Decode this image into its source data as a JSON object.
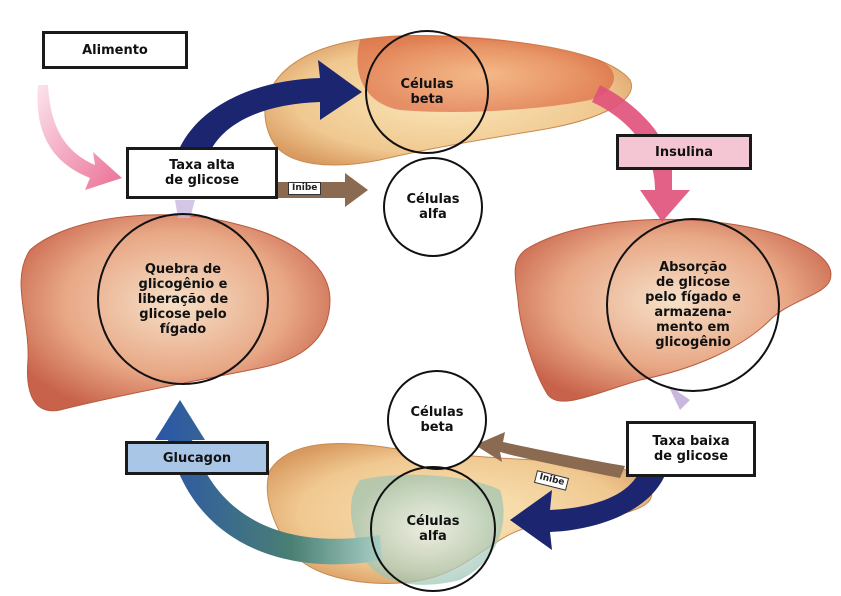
{
  "boxes": {
    "alimento": "Alimento",
    "taxa_alta": "Taxa alta\nde glicose",
    "insulina": "Insulina",
    "taxa_baixa": "Taxa baixa\nde glicose",
    "glucagon": "Glucagon"
  },
  "circles": {
    "beta_top": "Células\nbeta",
    "alfa_top": "Células\nalfa",
    "liver_left": "Quebra de\nglicogênio e\nliberação de\nglicose pelo\nfígado",
    "liver_right": "Absorção\nde glicose\npelo fígado e\narmazena-\nmento em\nglicogênio",
    "beta_bottom": "Células\nbeta",
    "alfa_bottom": "Células\nalfa"
  },
  "inhibit": {
    "top": "Inibe",
    "bottom": "Inibe"
  },
  "colors": {
    "navy_arrow": "#1c2670",
    "pink_arrow": "#e0507a",
    "blue_arrow": "#2a55a8",
    "inhibit_arrow": "#8a6a50",
    "insulina_box": "#f4c6d3",
    "glucagon_box": "#a9c6e6",
    "liver": "#d98a6a",
    "pancreas": "#f0c890"
  }
}
